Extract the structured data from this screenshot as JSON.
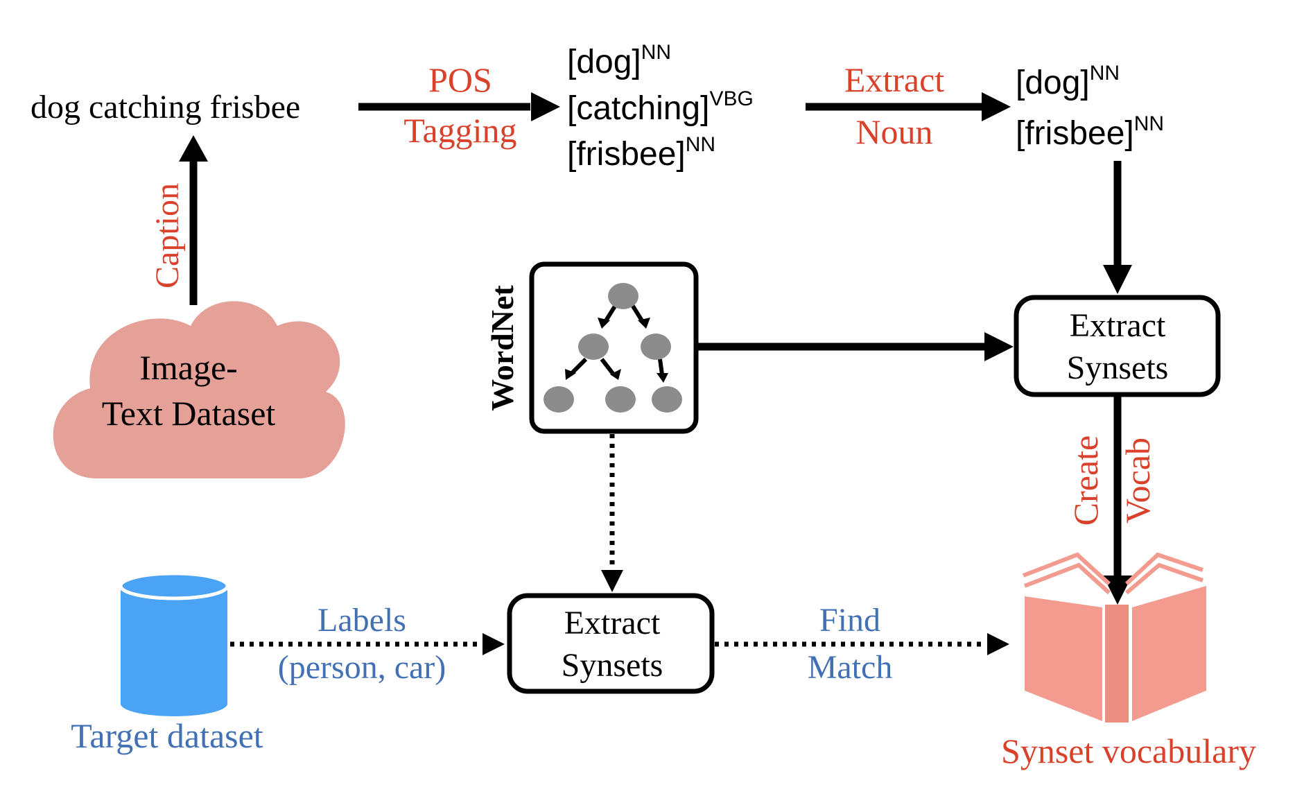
{
  "colors": {
    "red": "#d9412b",
    "blue": "#4170b4",
    "black": "#000000",
    "cloud": "#e5a197",
    "book": "#f29b8e",
    "book_dark": "#ec8e80",
    "cylinder": "#4aa3f5",
    "node": "#8c8c8c"
  },
  "source": {
    "caption_text": "dog catching frisbee",
    "cloud_line1": "Image-",
    "cloud_line2": "Text Dataset",
    "caption_label": "Caption"
  },
  "pos": {
    "label_line1": "POS",
    "label_line2": "Tagging",
    "tokens": [
      {
        "word": "[dog]",
        "tag": "NN"
      },
      {
        "word": "[catching]",
        "tag": "VBG"
      },
      {
        "word": "[frisbee]",
        "tag": "NN"
      }
    ]
  },
  "noun": {
    "label_line1": "Extract",
    "label_line2": "Noun",
    "tokens": [
      {
        "word": "[dog]",
        "tag": "NN"
      },
      {
        "word": "[frisbee]",
        "tag": "NN"
      }
    ]
  },
  "wordnet": {
    "label": "WordNet"
  },
  "synsets_top": {
    "line1": "Extract",
    "line2": "Synsets"
  },
  "synsets_bottom": {
    "line1": "Extract",
    "line2": "Synsets"
  },
  "create_vocab": {
    "line1": "Create",
    "line2": "Vocab"
  },
  "target": {
    "label": "Target dataset",
    "labels_line1": "Labels",
    "labels_line2": "(person, car)"
  },
  "match": {
    "line1": "Find",
    "line2": "Match"
  },
  "vocabulary": {
    "label": "Synset vocabulary"
  }
}
